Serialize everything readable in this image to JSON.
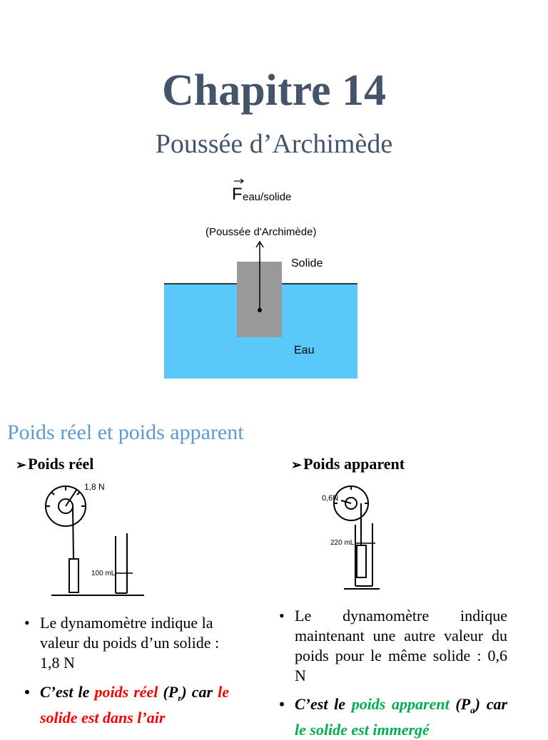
{
  "slide": {
    "title": "Chapitre 14",
    "subtitle": "Poussée d’Archimède"
  },
  "diagram": {
    "force_letter": "F",
    "force_subscript": "eau/solide",
    "force_caption": "(Poussée d'Archimède)",
    "solid_label": "Solide",
    "water_label": "Eau",
    "colors": {
      "water": "#5bc8fa",
      "solid": "#999999"
    }
  },
  "section": {
    "heading": "Poids réel et poids apparent"
  },
  "left": {
    "heading": "Poids réel",
    "dial_reading": "1,8 N",
    "cylinder_reading": "100 mL",
    "bullet1": "Le dynamomètre indique la valeur du poids d’un solide : 1,8 N",
    "b2_lead": "C’est le",
    "b2_term": "poids réel",
    "b2_sym_open": "(P",
    "b2_sym_sub": "r",
    "b2_sym_close": ")",
    "b2_car": "car",
    "b2_reason": "le solide est dans l’air"
  },
  "right": {
    "heading": "Poids apparent",
    "dial_reading": "0,6N",
    "cylinder_reading": "220 mL",
    "bullet1": "Le dynamomètre indique maintenant une autre valeur du poids pour le même solide : 0,6 N",
    "b2_lead": "C’est le",
    "b2_term": "poids apparent",
    "b2_sym_open": "(P",
    "b2_sym_sub": "a",
    "b2_sym_close": ")",
    "b2_car": "car",
    "b2_reason": "le solide est immergé"
  }
}
